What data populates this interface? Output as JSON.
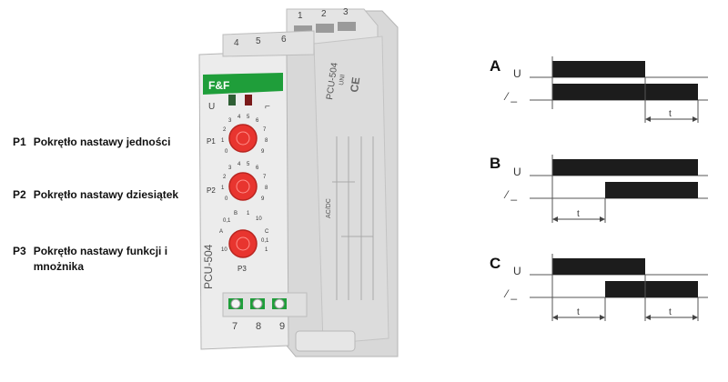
{
  "labels": [
    {
      "code": "P1",
      "text": "Pokrętło nastawy jedności"
    },
    {
      "code": "P2",
      "text": "Pokrętło nastawy dziesiątek"
    },
    {
      "code": "P3",
      "text": "Pokrętło nastawy funkcji i mnożnika"
    }
  ],
  "device": {
    "brand": "F&F",
    "model": "PCU-504",
    "model_side": "PCU-504",
    "model_side_sub": "UNI",
    "terminals_top": [
      "1",
      "2",
      "3",
      "4",
      "5",
      "6"
    ],
    "terminals_bottom": [
      "7",
      "8",
      "9"
    ],
    "led_u": "U",
    "led_relay": "⌐",
    "ac_dc": "AC/DC",
    "knob_p1_label": "P1",
    "knob_p2_label": "P2",
    "knob_p3_label": "P3",
    "scale_p1": [
      "0",
      "1",
      "2",
      "3",
      "4",
      "5",
      "6",
      "7",
      "8",
      "9"
    ],
    "scale_p2": [
      "0",
      "1",
      "2",
      "3",
      "4",
      "5",
      "6",
      "7",
      "8",
      "9"
    ],
    "scale_p3": [
      "A",
      "B",
      "C",
      "0,1",
      "1",
      "10",
      "0,1",
      "1",
      "10"
    ],
    "ce": "CE",
    "colors": {
      "body": "#e8e8e8",
      "green": "#1f9e3a",
      "knob": "#e8352f"
    }
  },
  "timing": {
    "row_a": "A",
    "row_b": "B",
    "row_c": "C",
    "u_label": "U",
    "contact_label": "⁄ _",
    "t_label": "t"
  }
}
